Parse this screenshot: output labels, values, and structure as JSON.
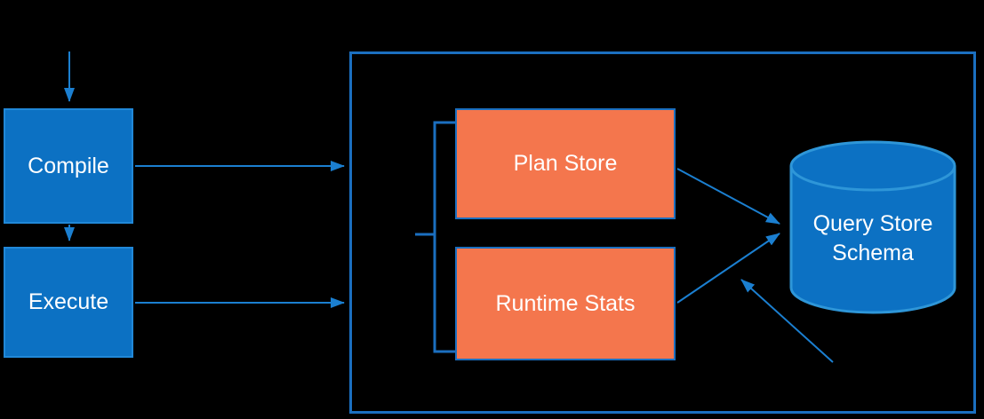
{
  "nodes": {
    "compile": {
      "label": "Compile"
    },
    "execute": {
      "label": "Execute"
    },
    "plan_store": {
      "label": "Plan Store"
    },
    "runtime_stats": {
      "label": "Runtime Stats"
    },
    "query_store_schema": {
      "label": "Query Store Schema"
    }
  },
  "colors": {
    "background": "#000000",
    "blue_fill": "#0c71c3",
    "blue_node_border": "#2188d8",
    "orange_fill": "#f4764d",
    "orange_border": "#1b6fc0",
    "container_border": "#1b6fc0",
    "arrow": "#1b7fd0",
    "cylinder_stroke": "#2e96d8",
    "text": "#ffffff"
  }
}
